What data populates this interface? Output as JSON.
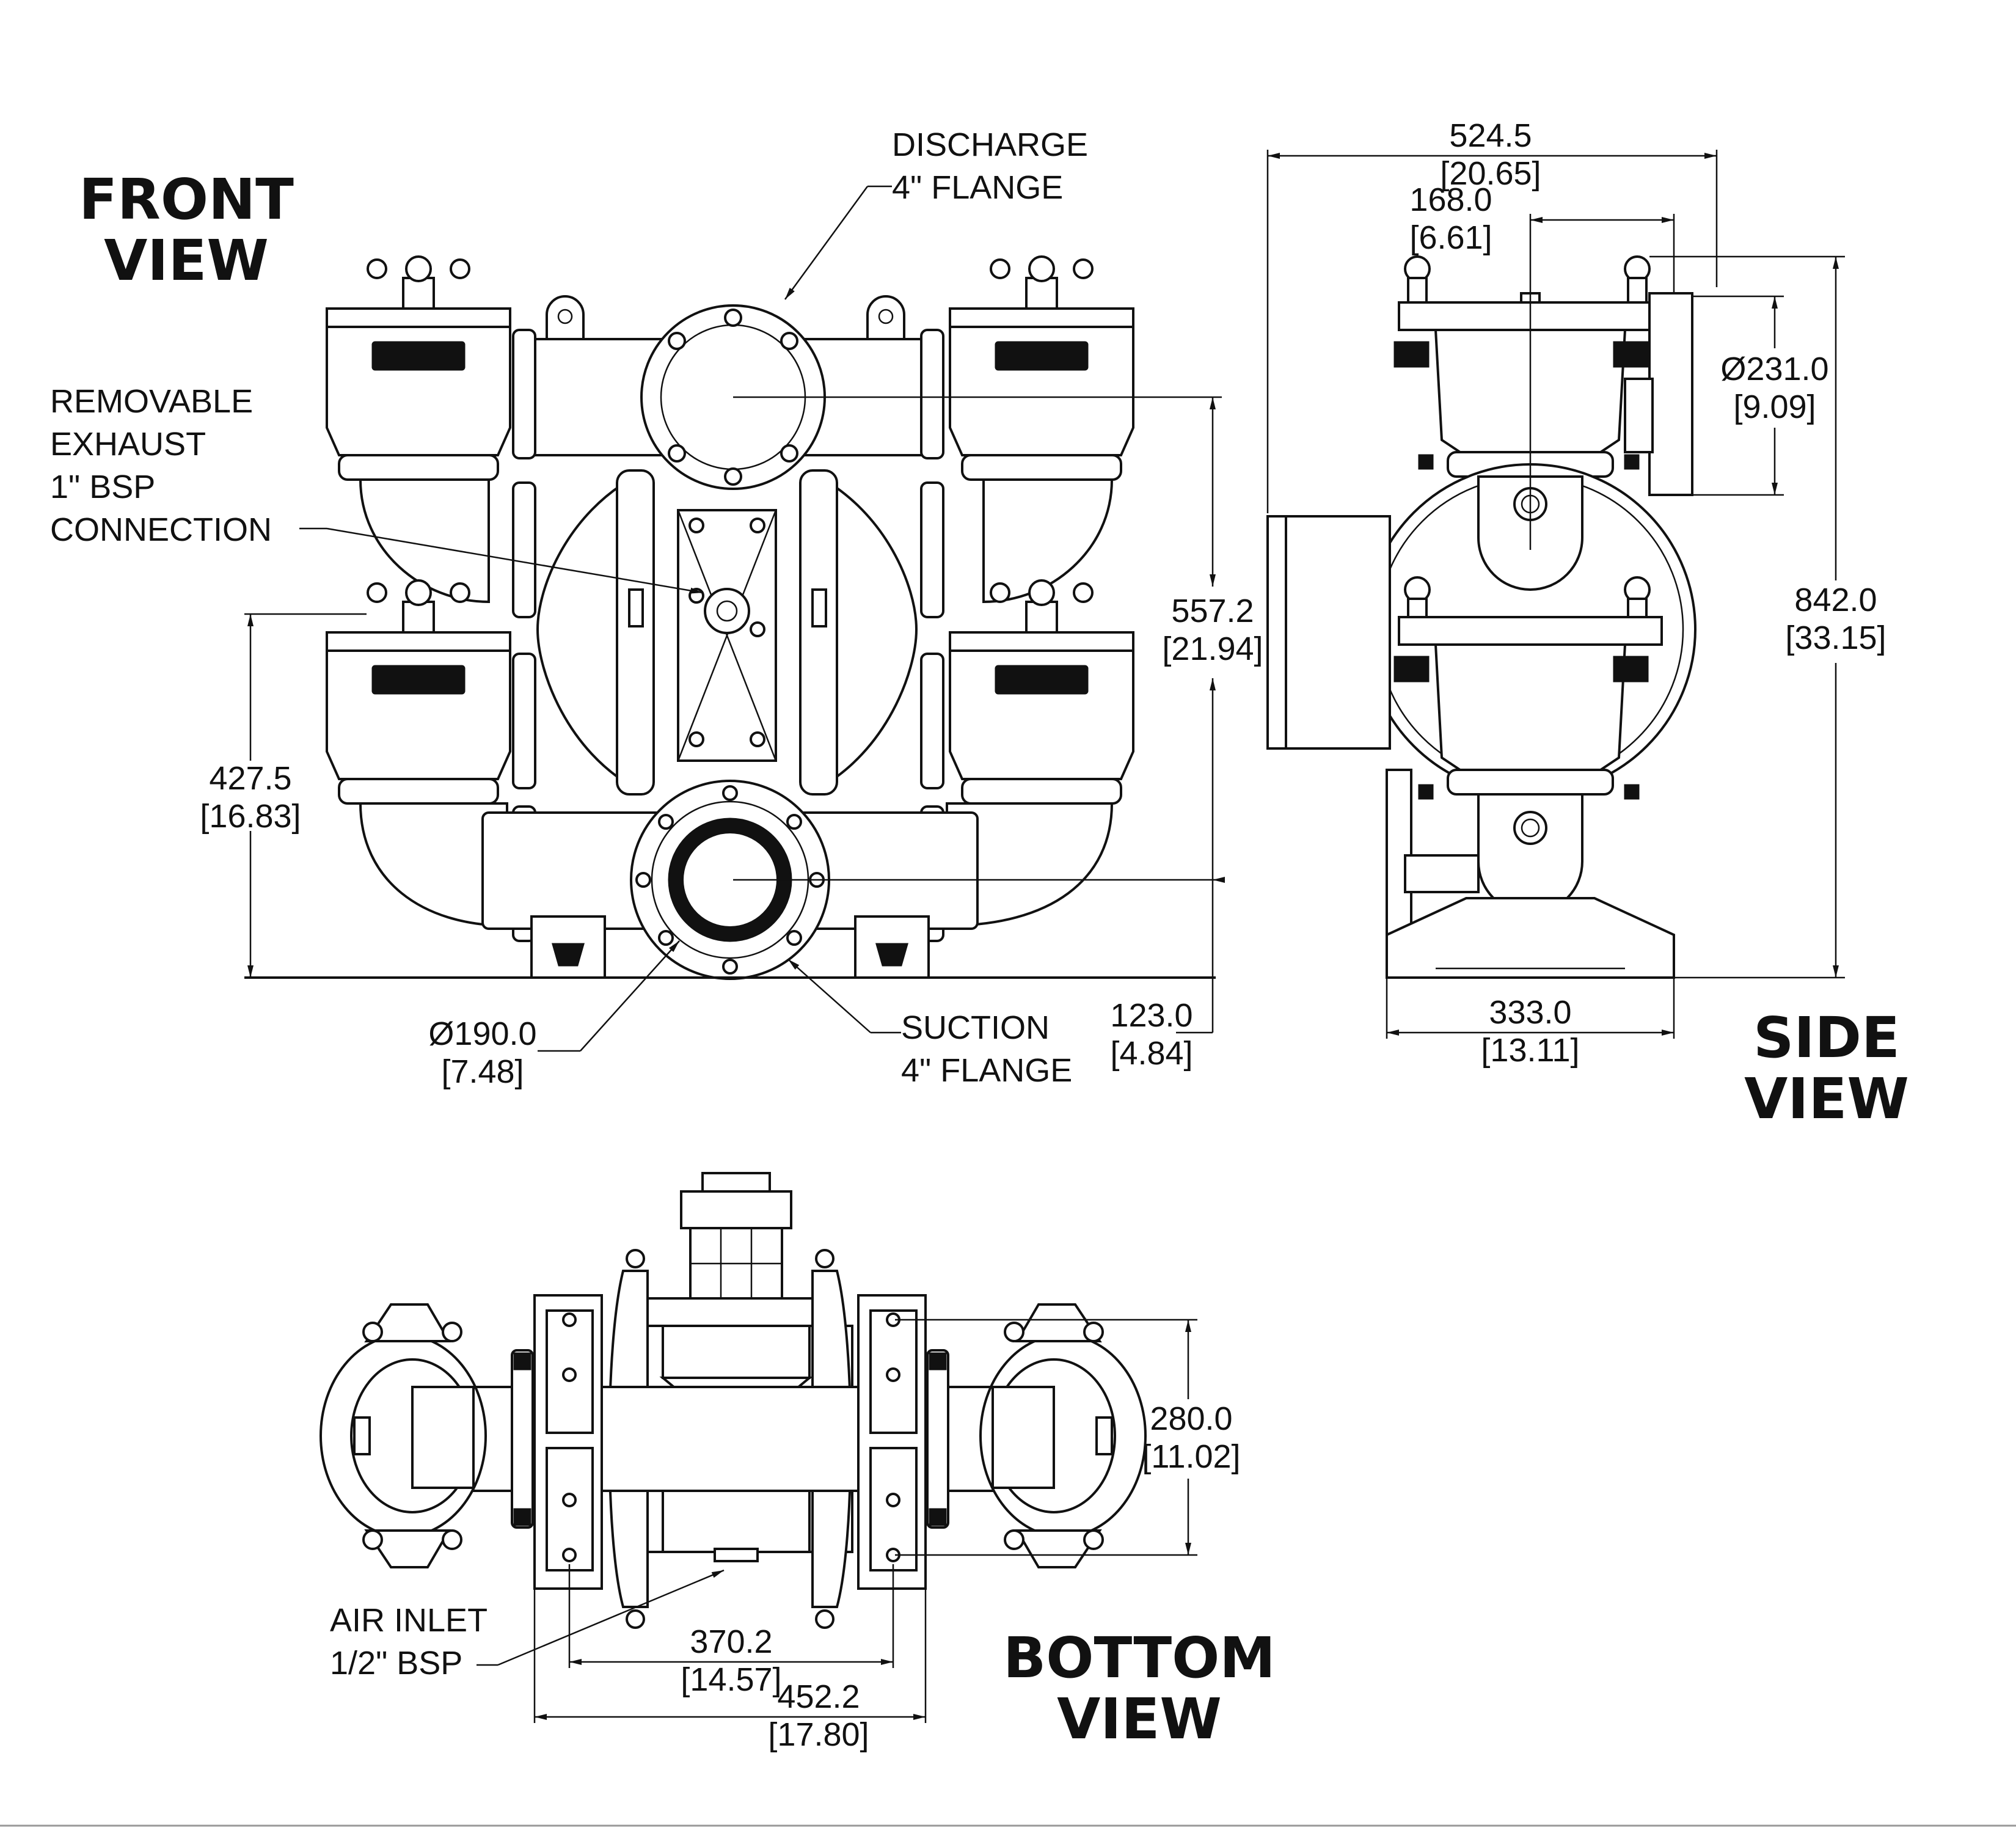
{
  "titles": {
    "front_line1": "FRONT",
    "front_line2": "VIEW",
    "side_line1": "SIDE",
    "side_line2": "VIEW",
    "bottom_line1": "BOTTOM",
    "bottom_line2": "VIEW"
  },
  "callouts": {
    "discharge_line1": "DISCHARGE",
    "discharge_line2": "4\" FLANGE",
    "exhaust_line1": "REMOVABLE",
    "exhaust_line2": "EXHAUST",
    "exhaust_line3": "1\" BSP",
    "exhaust_line4": "CONNECTION",
    "suction_line1": "SUCTION",
    "suction_line2": "4\" FLANGE",
    "air_line1": "AIR INLET",
    "air_line2": "1/2\" BSP"
  },
  "dimensions": {
    "front_height_mm": "557.2",
    "front_height_in": "[21.94]",
    "front_inlet_height_mm": "427.5",
    "front_inlet_height_in": "[16.83]",
    "front_flange_dia_mm": "Ø190.0",
    "front_flange_dia_in": "[7.48]",
    "front_suction_height_mm": "123.0",
    "front_suction_height_in": "[4.84]",
    "side_width_mm": "524.5",
    "side_width_in": "[20.65]",
    "side_offset_mm": "168.0",
    "side_offset_in": "[6.61]",
    "side_flange_dia_mm": "Ø231.0",
    "side_flange_dia_in": "[9.09]",
    "side_height_mm": "842.0",
    "side_height_in": "[33.15]",
    "side_base_mm": "333.0",
    "side_base_in": "[13.11]",
    "bottom_depth_mm": "280.0",
    "bottom_depth_in": "[11.02]",
    "bottom_inner_mm": "370.2",
    "bottom_inner_in": "[14.57]",
    "bottom_outer_mm": "452.2",
    "bottom_outer_in": "[17.80]"
  }
}
